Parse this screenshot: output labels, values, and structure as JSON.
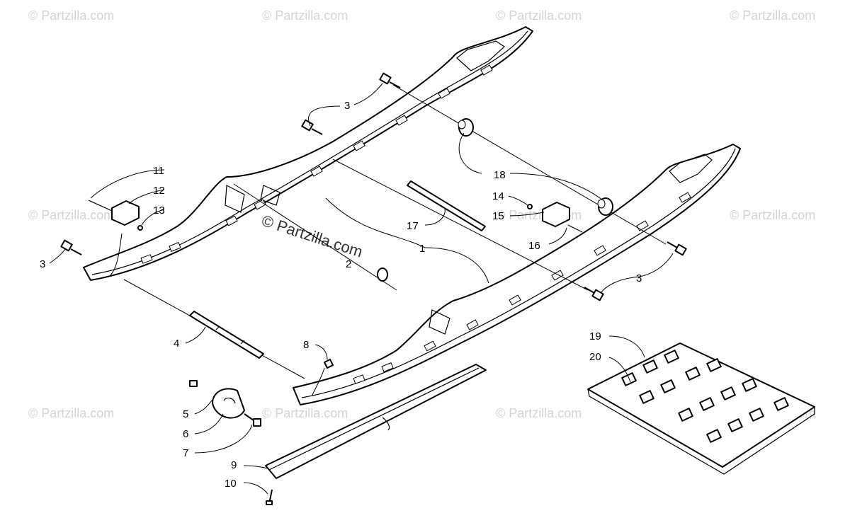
{
  "watermark": {
    "text": "© Partzilla.com",
    "center_text": "© Partzilla.com"
  },
  "callouts": {
    "c1": "1",
    "c2": "2",
    "c3a": "3",
    "c3b": "3",
    "c3c": "3",
    "c4": "4",
    "c5": "5",
    "c6": "6",
    "c7": "7",
    "c8": "8",
    "c9": "9",
    "c10": "10",
    "c11": "11",
    "c12": "12",
    "c13": "13",
    "c14": "14",
    "c15": "15",
    "c16": "16",
    "c17": "17",
    "c18": "18",
    "c19": "19",
    "c20": "20"
  }
}
